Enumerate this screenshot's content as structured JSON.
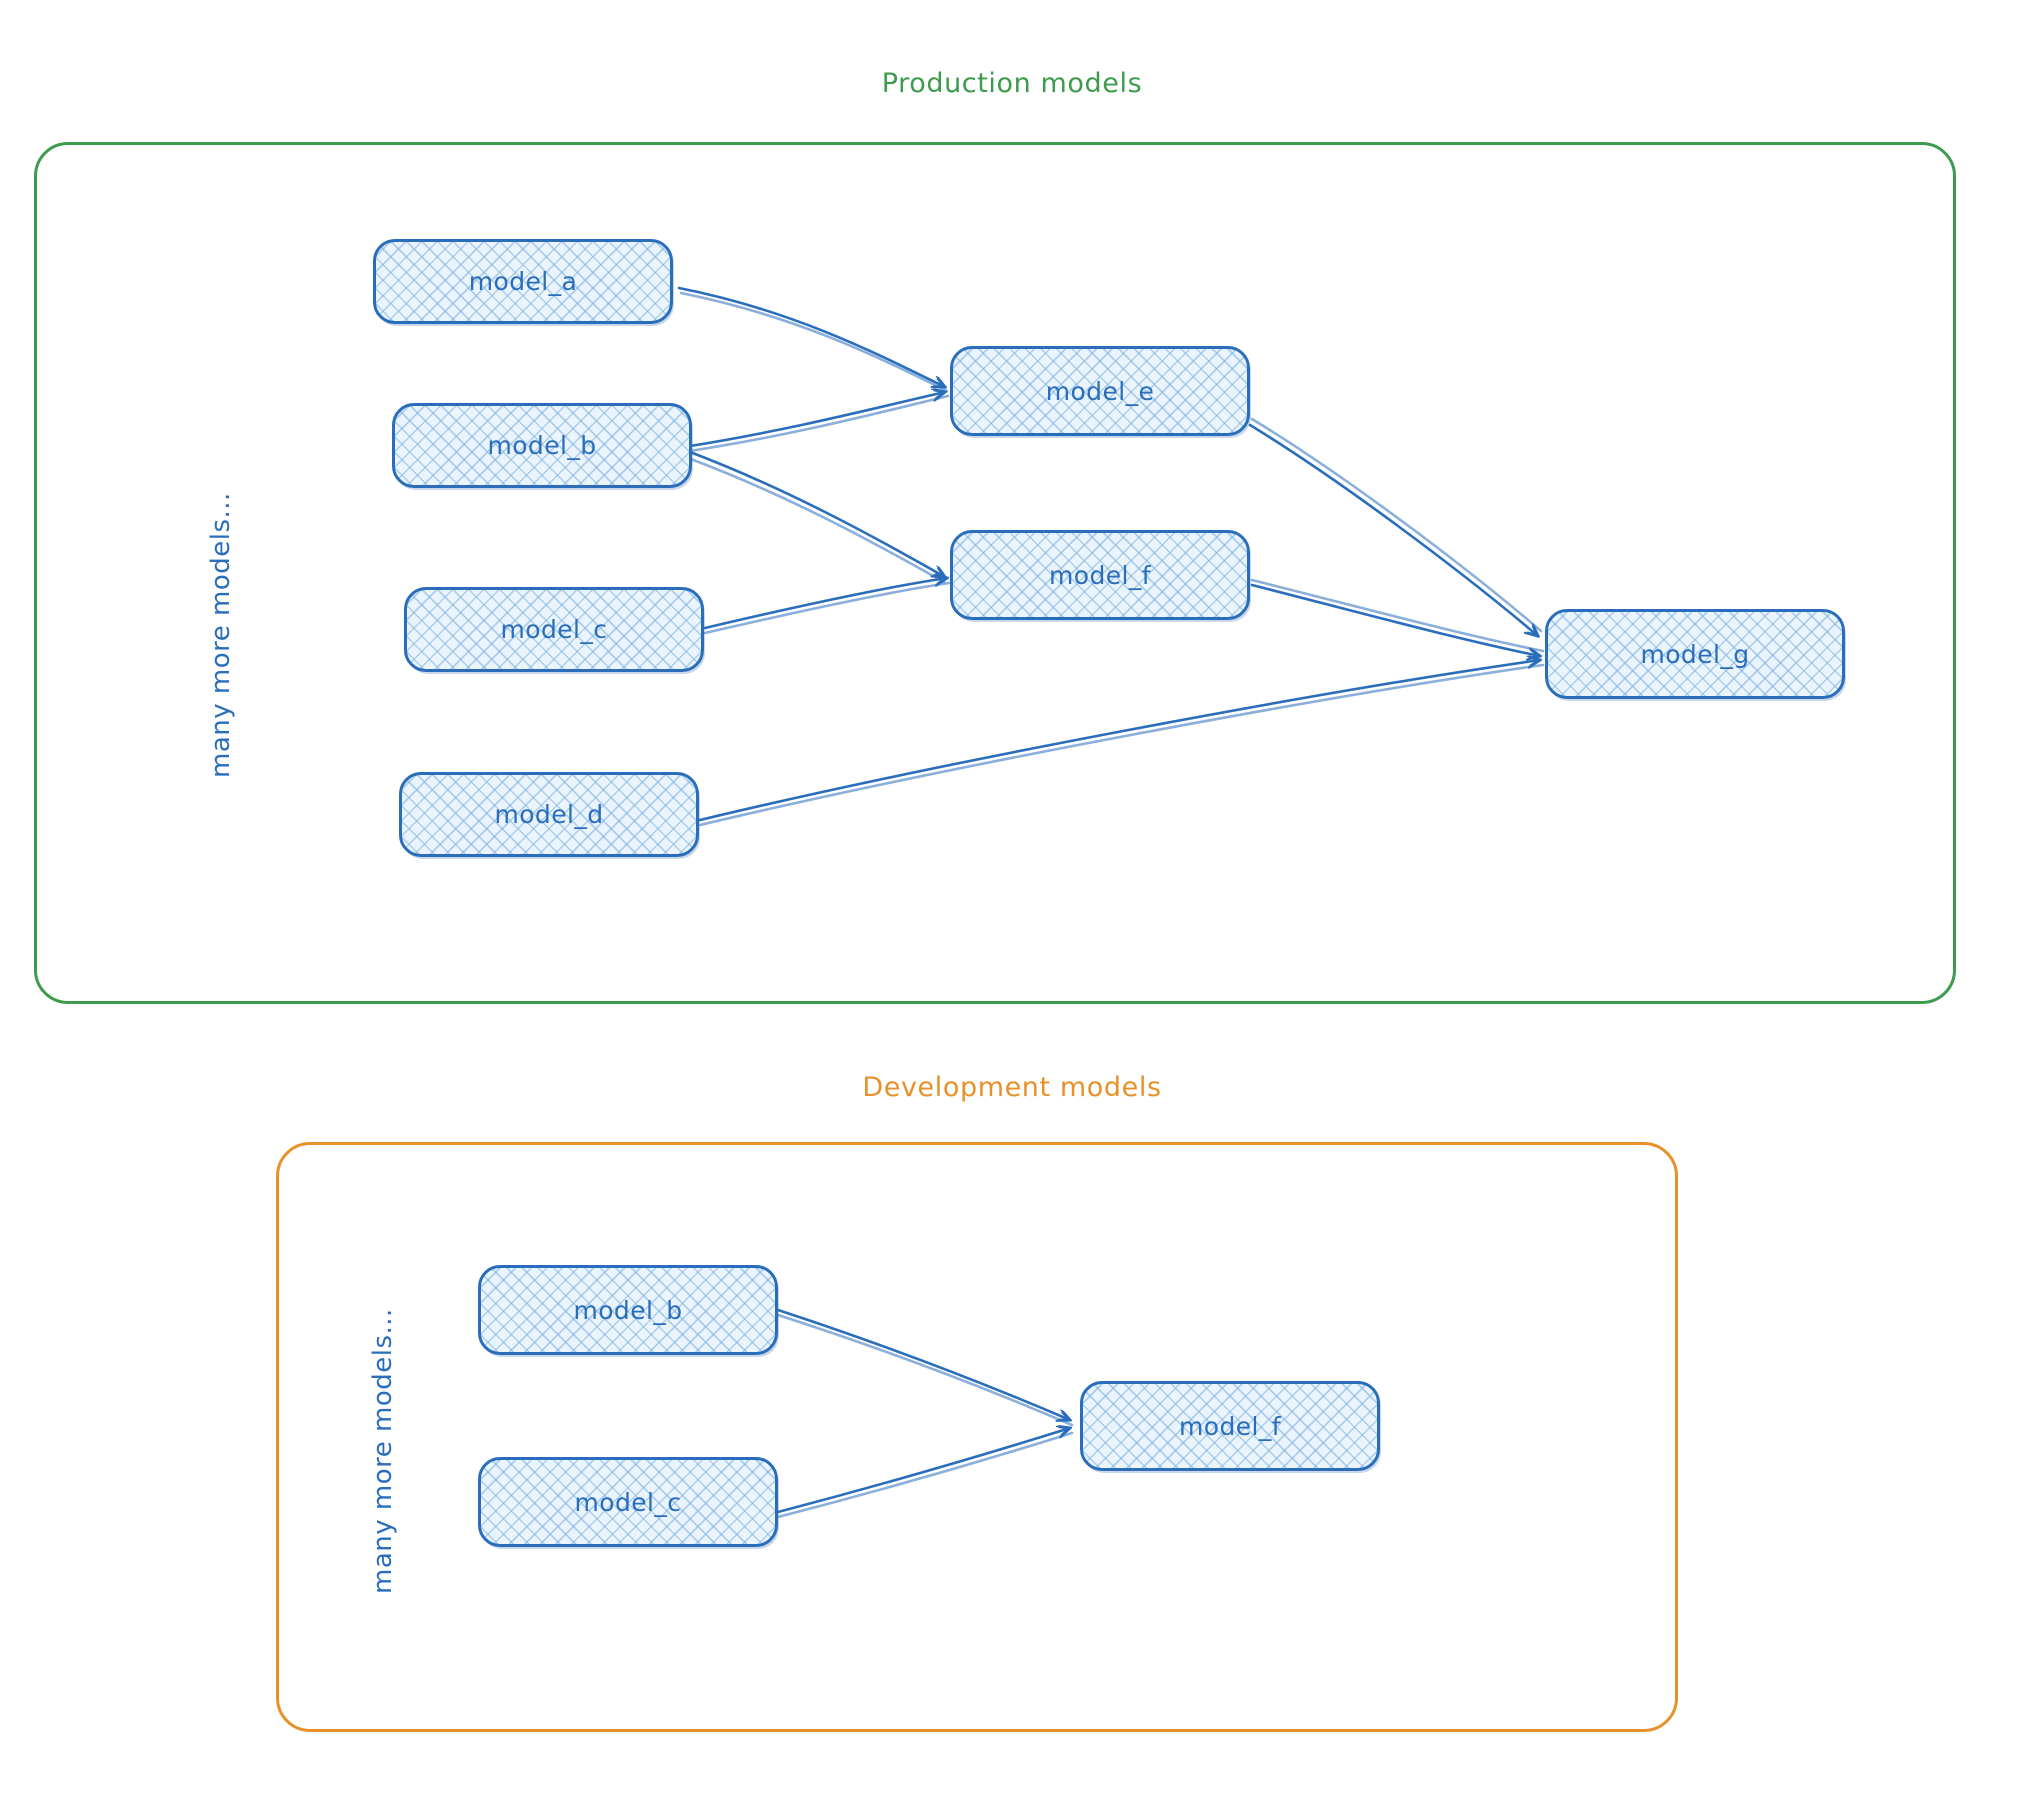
{
  "diagram": {
    "title_prod": "Production models",
    "title_dev": "Development models",
    "colors": {
      "production_border": "#3d9b4d",
      "development_border": "#e8912b",
      "node_ink": "#2a6ebb",
      "node_fill": "#eaf4fd",
      "background": "#ffffff"
    }
  },
  "production": {
    "label": "Production models",
    "side_note": "many more models...",
    "nodes": [
      {
        "id": "model_a",
        "label": "model_a"
      },
      {
        "id": "model_b",
        "label": "model_b"
      },
      {
        "id": "model_c",
        "label": "model_c"
      },
      {
        "id": "model_d",
        "label": "model_d"
      },
      {
        "id": "model_e",
        "label": "model_e"
      },
      {
        "id": "model_f",
        "label": "model_f"
      },
      {
        "id": "model_g",
        "label": "model_g"
      }
    ],
    "edges": [
      {
        "from": "model_a",
        "to": "model_e"
      },
      {
        "from": "model_b",
        "to": "model_e"
      },
      {
        "from": "model_b",
        "to": "model_f"
      },
      {
        "from": "model_c",
        "to": "model_f"
      },
      {
        "from": "model_e",
        "to": "model_g"
      },
      {
        "from": "model_f",
        "to": "model_g"
      },
      {
        "from": "model_d",
        "to": "model_g"
      }
    ]
  },
  "development": {
    "label": "Development models",
    "side_note": "many more models...",
    "nodes": [
      {
        "id": "dev_model_b",
        "label": "model_b"
      },
      {
        "id": "dev_model_c",
        "label": "model_c"
      },
      {
        "id": "dev_model_f",
        "label": "model_f"
      }
    ],
    "edges": [
      {
        "from": "model_b",
        "to": "model_f"
      },
      {
        "from": "model_c",
        "to": "model_f"
      }
    ]
  }
}
